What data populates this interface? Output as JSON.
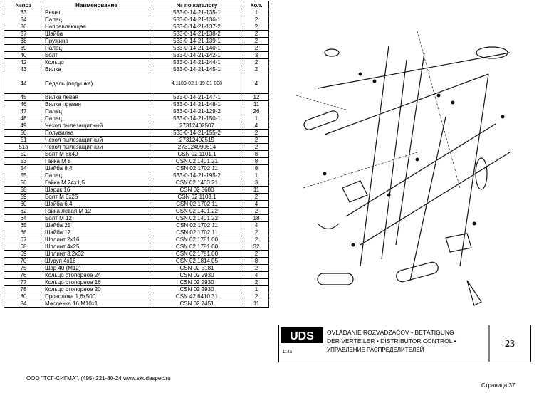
{
  "table": {
    "headers": [
      "№поз",
      "Наименование",
      "№ по каталогу",
      "Кол."
    ],
    "rows": [
      [
        "33",
        "Рычаг",
        "533-0-14-21-135-1",
        "1"
      ],
      [
        "34",
        "Палец",
        "533-0-14-21-136-1",
        "2"
      ],
      [
        "36",
        "Направляющая",
        "533-0-14-21-137-2",
        "2"
      ],
      [
        "37",
        "Шайба",
        "533-0-14-21-138-2",
        "2"
      ],
      [
        "38",
        "Пружина",
        "533-0-14-21-139-1",
        "2"
      ],
      [
        "39",
        "Палец",
        "533-0-14-21-140-1",
        "2"
      ],
      [
        "40",
        "Болт",
        "533-0-14-21-142-1",
        "3"
      ],
      [
        "42",
        "Кольцо",
        "533-0-14-21-144-1",
        "2"
      ],
      [
        "43",
        "Вилка",
        "533-0-14-21-145-1",
        "2"
      ],
      [
        "44",
        "Педаль (подушка)",
        "4.1109-02.1-19-01-008",
        "4"
      ],
      [
        "45",
        "Вилка левая",
        "533-0-14-21-147-1",
        "12"
      ],
      [
        "46",
        "Вилка правая",
        "533-0-14-21-148-1",
        "11"
      ],
      [
        "47",
        "Палец",
        "533-0-14-21-129-2",
        "26"
      ],
      [
        "48",
        "Палец",
        "533-0-14-21-150-1",
        "1"
      ],
      [
        "49",
        "Чехол пылезащитный",
        "27312402507",
        "4"
      ],
      [
        "50",
        "Полувилка",
        "533-0-14-21-155-2",
        "2"
      ],
      [
        "51",
        "Чехол пылезащитный",
        "27312402519",
        "2"
      ],
      [
        "51a",
        "Чехол пылезащитный",
        "273124990614",
        "2"
      ],
      [
        "52",
        "Болт М 8х40",
        "CSN 02 1101.1",
        "8"
      ],
      [
        "53",
        "Гайка М 8",
        "CSN 02 1401.21",
        "8"
      ],
      [
        "54",
        "Шайба 8,4",
        "CSN 02 1702.11",
        "8"
      ],
      [
        "55",
        "Палец",
        "533-0-14-21-195-2",
        "1"
      ],
      [
        "56",
        "Гайка М 24х1,5",
        "CSN 02 1403.21",
        "3"
      ],
      [
        "58",
        "Шарик 16",
        "CSN 02 3680",
        "11"
      ],
      [
        "59",
        "Болт М 6х25",
        "CSN 02 1103.1",
        "2"
      ],
      [
        "60",
        "Шайба 6,4",
        "CSN 02 1702.11",
        "4"
      ],
      [
        "62",
        "Гайка левая М 12",
        "CSN 02 1401.22",
        "2"
      ],
      [
        "64",
        "Болт М 12",
        "CSN 02 1401.22",
        "18"
      ],
      [
        "65",
        "Шайба 25",
        "CSN 02 1702.11",
        "4"
      ],
      [
        "66",
        "Шайба 17",
        "CSN 02 1702.11",
        "2"
      ],
      [
        "67",
        "Шплинт 2х16",
        "CSN 02 1781.00",
        "2"
      ],
      [
        "68",
        "Шплинт 4х25",
        "CSN 02 1781.00",
        "32"
      ],
      [
        "69",
        "Шплинт 3,2х32",
        "CSN 02 1781.00",
        "2"
      ],
      [
        "70",
        "Шуруп 4х16",
        "CSN 02 1814.05",
        "8"
      ],
      [
        "75",
        "Шар  40 (М12)",
        "CSN 02 5181",
        "2"
      ],
      [
        "76",
        "Кольцо стопорное 24",
        "CSN 02 2930",
        "4"
      ],
      [
        "77",
        "Кольцо стопорное 16",
        "CSN 02 2930",
        "2"
      ],
      [
        "78",
        "Кольцо стопорное 20",
        "CSN 02 2930",
        "1"
      ],
      [
        "80",
        "Проволока 1,6х500",
        "CSN 42 6410.31",
        "2"
      ],
      [
        "84",
        "Масленка  16  М10х1",
        "CSN 02 7451",
        "11"
      ]
    ]
  },
  "drawing": {
    "logo": "UDS",
    "sheet_code": "114a",
    "caption_line1": "OVLÁDANIE ROZVÁDZAČOV • BETÄTIGUNG",
    "caption_line2": "DER VERTEILER • DISTRIBUTOR CONTROL •",
    "caption_line3": "УПРАВЛЕНИЕ РАСПРЕДЕЛИТЕЛЕЙ",
    "page_number": "23"
  },
  "footer": {
    "company": "ООО \"ТСГ-СИГМА\", (495) 221-80-24 www.skodaspec.ru",
    "page": "Страница 37"
  }
}
